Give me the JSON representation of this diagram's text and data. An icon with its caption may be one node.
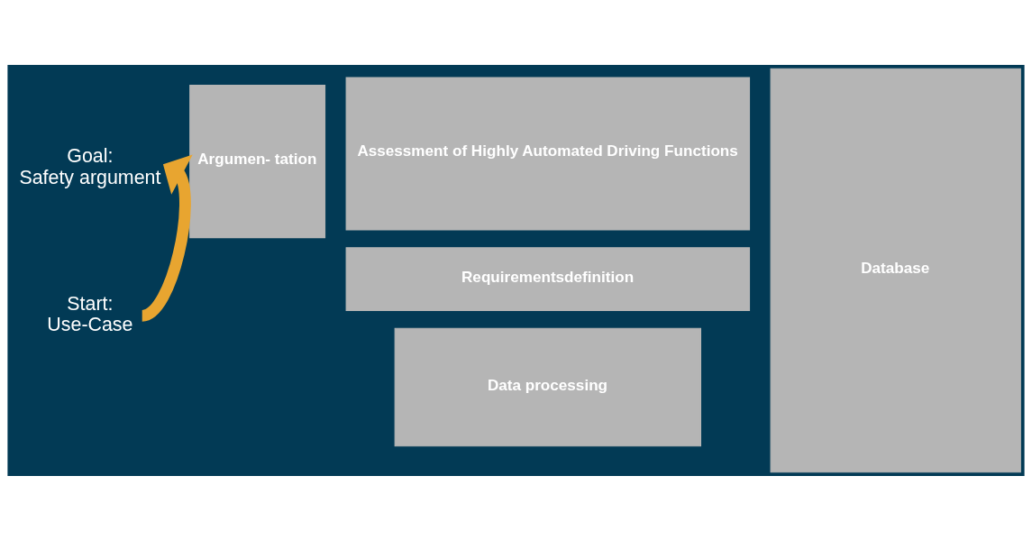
{
  "diagram": {
    "nodes": [
      {
        "text": [
          "Goal:",
          "Safety argument"
        ]
      },
      {
        "text": [
          "Argumen- tation"
        ]
      },
      {
        "text": [
          "Assessment of Highly Automated Driving Functions"
        ]
      },
      {
        "text": [
          "Requirementsdefinition"
        ]
      },
      {
        "text": [
          "Start:",
          "Use-Case"
        ]
      },
      {
        "text": [
          "Data processing"
        ]
      },
      {
        "text": [
          "Database"
        ]
      }
    ],
    "edges": [
      {
        "from": 4,
        "to": 0,
        "arrow": "to"
      }
    ]
  }
}
